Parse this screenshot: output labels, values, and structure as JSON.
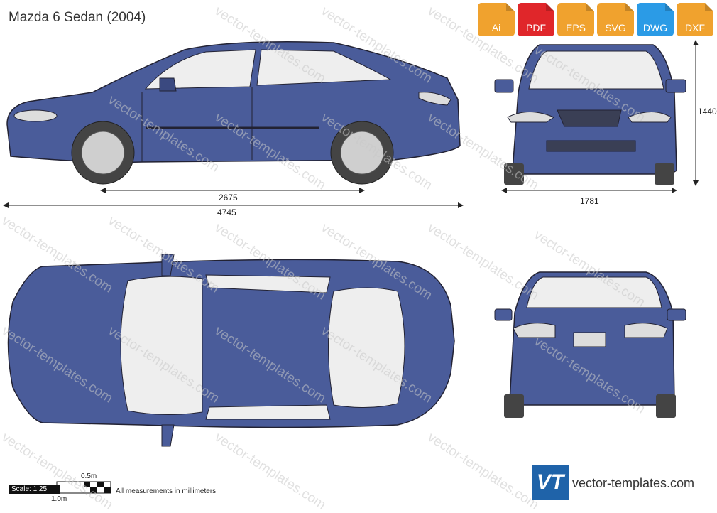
{
  "title": "Mazda 6 Sedan (2004)",
  "formats": [
    {
      "label": "Ai",
      "color": "#f0a22e"
    },
    {
      "label": "PDF",
      "color": "#e0262a"
    },
    {
      "label": "EPS",
      "color": "#f0a22e"
    },
    {
      "label": "SVG",
      "color": "#f0a22e"
    },
    {
      "label": "DWG",
      "color": "#2b9be6"
    },
    {
      "label": "DXF",
      "color": "#f0a22e"
    }
  ],
  "dimensions": {
    "wheelbase": "2675",
    "length": "4745",
    "width": "1781",
    "height": "1440"
  },
  "scale": {
    "label": "Scale: 1:25",
    "half": "0.5m",
    "full": "1.0m"
  },
  "note": "All measurements in millimeters.",
  "watermark": "vector-templates.com",
  "logo": {
    "mark": "VT",
    "text": "vector-templates.com"
  },
  "colors": {
    "body": "#4a5c9a",
    "body_dark": "#3a4980",
    "glass": "#eeeeee",
    "tire": "#444444",
    "brand": "#1f63a9"
  }
}
